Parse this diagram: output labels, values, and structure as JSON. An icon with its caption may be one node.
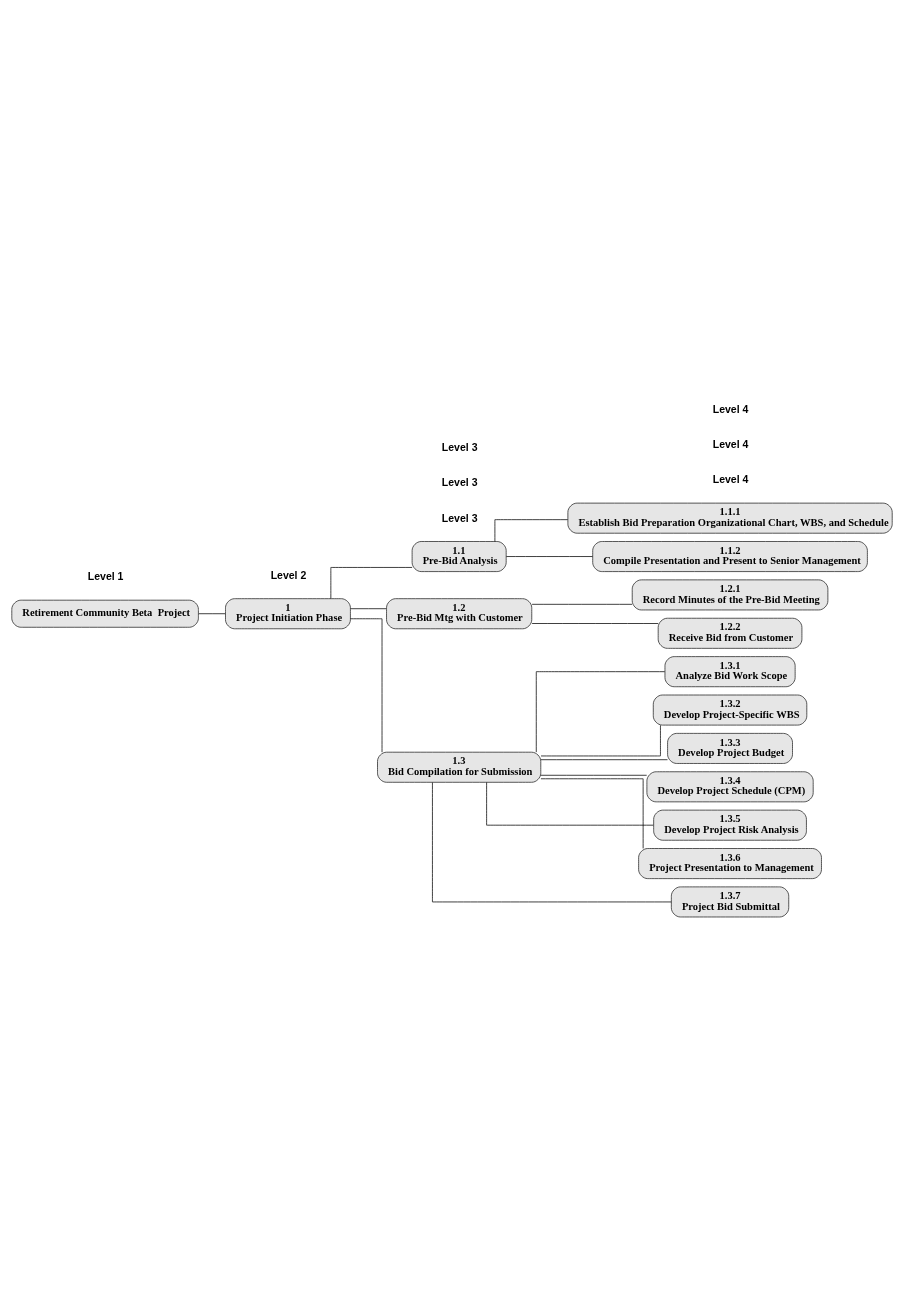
{
  "diagram": {
    "nodes": [
      {
        "text": [
          "Retirement Community Beta  Project"
        ]
      },
      {
        "text": [
          "1",
          "Project Initiation Phase"
        ]
      },
      {
        "text": [
          "1.1",
          "Pre-Bid Analysis"
        ]
      },
      {
        "text": [
          "1.1.1",
          "Establish Bid Preparation Organizational Chart, WBS, and Schedule"
        ]
      },
      {
        "text": [
          "1.1.2",
          "Compile Presentation and Present to Senior Management"
        ]
      },
      {
        "text": [
          "1.2",
          "Pre-Bid Mtg with Customer"
        ]
      },
      {
        "text": [
          "1.2.1",
          "Record Minutes of the Pre-Bid Meeting"
        ]
      },
      {
        "text": [
          "1.2.2",
          "Receive Bid from Customer"
        ]
      },
      {
        "text": [
          "1.3",
          "Bid Compilation for Submission"
        ]
      },
      {
        "text": [
          "1.3.1",
          "Analyze Bid Work Scope"
        ]
      },
      {
        "text": [
          "1.3.2",
          "Develop Project-Specific WBS"
        ]
      },
      {
        "text": [
          "1.3.3",
          "Develop Project Budget"
        ]
      },
      {
        "text": [
          "1.3.4",
          "Develop Project Schedule (CPM)"
        ]
      },
      {
        "text": [
          "1.3.5",
          "Develop Project Risk Analysis"
        ]
      },
      {
        "text": [
          "1.3.6",
          "Project Presentation to Management"
        ]
      },
      {
        "text": [
          "1.3.7",
          "Project Bid Submittal"
        ]
      }
    ],
    "edges": [
      {
        "from": 0,
        "to": 1,
        "arrow": "none"
      },
      {
        "from": 1,
        "to": 2,
        "arrow": "none"
      },
      {
        "from": 2,
        "to": 3,
        "arrow": "none"
      },
      {
        "from": 2,
        "to": 4,
        "arrow": "none"
      },
      {
        "from": 1,
        "to": 5,
        "arrow": "none"
      },
      {
        "from": 5,
        "to": 6,
        "arrow": "none"
      },
      {
        "from": 5,
        "to": 7,
        "arrow": "none"
      },
      {
        "from": 1,
        "to": 8,
        "arrow": "none"
      },
      {
        "from": 8,
        "to": 9,
        "arrow": "none"
      },
      {
        "from": 8,
        "to": 10,
        "arrow": "none"
      },
      {
        "from": 8,
        "to": 11,
        "arrow": "none"
      },
      {
        "from": 8,
        "to": 12,
        "arrow": "none"
      },
      {
        "from": 8,
        "to": 13,
        "arrow": "none"
      },
      {
        "from": 8,
        "to": 14,
        "arrow": "none"
      },
      {
        "from": 8,
        "to": 15,
        "arrow": "none"
      }
    ],
    "labels": [
      "Level 1",
      "Level 2",
      "Level 3",
      "Level 4",
      "Level 3",
      "Level 4",
      "Level 3",
      "Level 4"
    ]
  }
}
